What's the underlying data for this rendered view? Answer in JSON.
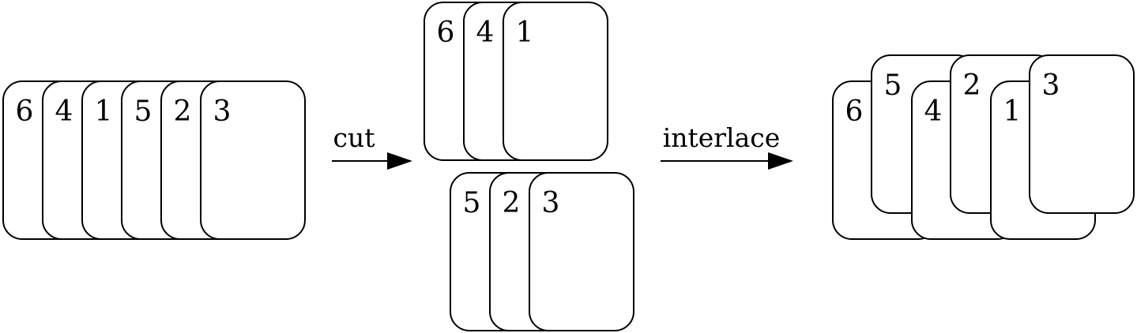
{
  "colors": {
    "stroke": "#000000",
    "card_fill": "#ffffff",
    "background": "#ffffff"
  },
  "original_deck": {
    "cards": [
      "6",
      "4",
      "1",
      "5",
      "2",
      "3"
    ]
  },
  "step_cut": {
    "label": "cut"
  },
  "cut_piles": {
    "top": [
      "6",
      "4",
      "1"
    ],
    "bottom": [
      "5",
      "2",
      "3"
    ]
  },
  "step_interlace": {
    "label": "interlace"
  },
  "interlaced_deck": {
    "cards": [
      "6",
      "5",
      "4",
      "2",
      "1",
      "3"
    ]
  }
}
